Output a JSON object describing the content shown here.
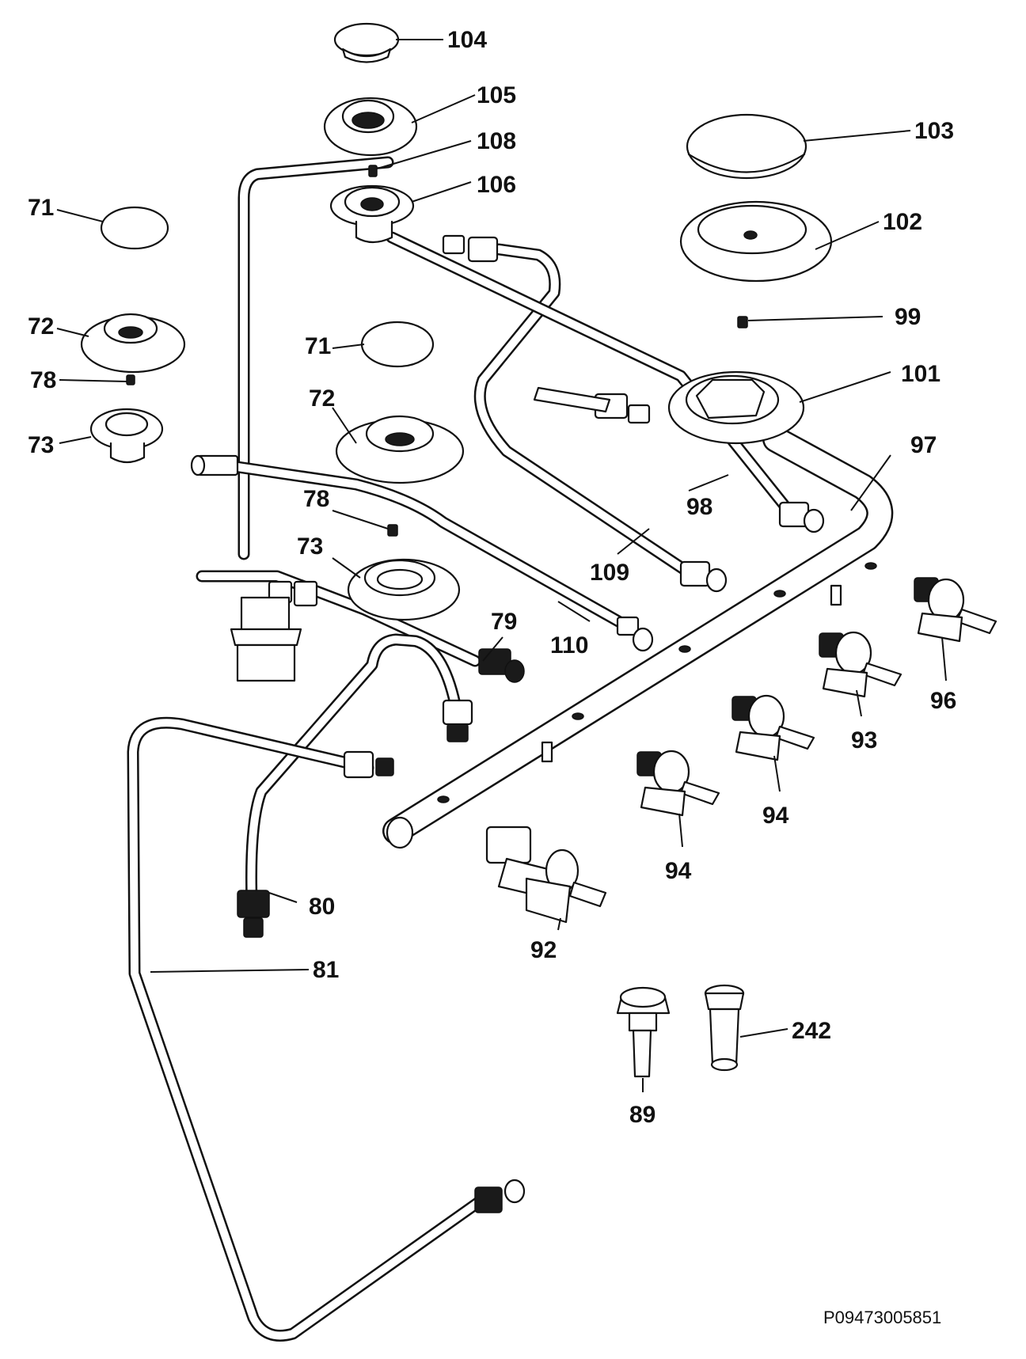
{
  "labels": {
    "l104": "104",
    "l105": "105",
    "l108": "108",
    "l106": "106",
    "l103": "103",
    "l102": "102",
    "l99": "99",
    "l101": "101",
    "l97": "97",
    "l98": "98",
    "l71a": "71",
    "l72a": "72",
    "l78a": "78",
    "l73a": "73",
    "l71b": "71",
    "l72b": "72",
    "l78b": "78",
    "l73b": "73",
    "l79": "79",
    "l109": "109",
    "l110": "110",
    "l96": "96",
    "l93": "93",
    "l94a": "94",
    "l94b": "94",
    "l92": "92",
    "l80": "80",
    "l81": "81",
    "l89": "89",
    "l242": "242"
  },
  "drawing_code": "P09473005851"
}
